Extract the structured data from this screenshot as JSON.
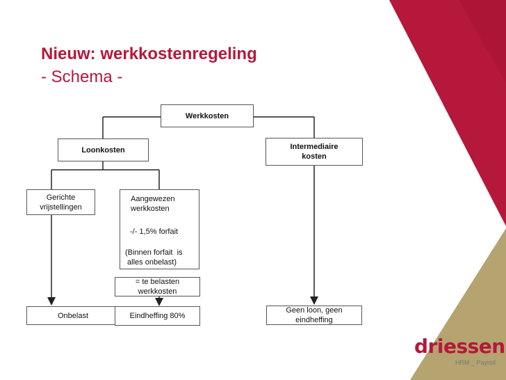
{
  "slide": {
    "title": "Nieuw: werkkostenregeling",
    "subtitle": "- Schema -"
  },
  "nodes": {
    "werkkosten": "Werkkosten",
    "loonkosten": "Loonkosten",
    "intermediaire": "Intermediaire\nkosten",
    "gerichte": "Gerichte\nvrijstellingen",
    "aangewezen_line1": "Aangewezen\nwerkkosten",
    "aangewezen_line2": "-/- 1,5% forfait",
    "aangewezen_line3": "(Binnen forfait  is\n alles onbelast)",
    "te_belasten": "= te belasten\nwerkkosten",
    "onbelast": "Onbelast",
    "eindheffing": "Eindheffing 80%",
    "geen_loon": "Geen loon, geen\neindheffing"
  },
  "logo": {
    "name": "driessen",
    "tagline": "HRM _ Payroll"
  },
  "colors": {
    "brand_red": "#b5183b",
    "gold": "#b5a470"
  }
}
